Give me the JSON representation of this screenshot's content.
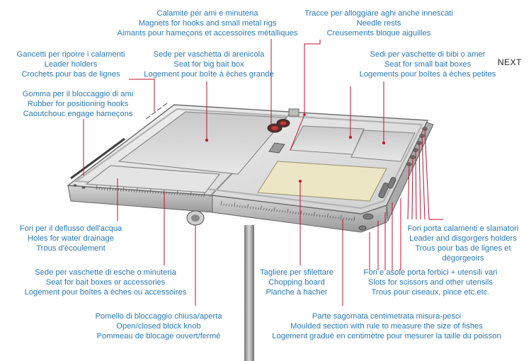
{
  "nav": {
    "next_label": "NEXT"
  },
  "callouts": {
    "hook_magnets": [
      "Calamite per ami e minuteria",
      "Magnets for hooks and small metal rigs",
      "Aimants pour hameçons et accessoires métalliques"
    ],
    "needle_rests": [
      "Tracce per alloggiare aghi anche innescati",
      "Needle rests",
      "Creusements bloque aiguilles"
    ],
    "leader_holders": [
      "Gancetti per riporre i calamenti",
      "Leader holders",
      "Crochets pour bas de lignes"
    ],
    "big_bait_box": [
      "Sede per vaschetta di arenicola",
      "Seat for big bait box",
      "Logement pour boîte à èches grande"
    ],
    "small_bait_boxes": [
      "Sedi per vaschette di bibi o amer",
      "Seat for small bait boxes",
      "Logements pour boîtes à èches petites"
    ],
    "rubber_hooks": [
      "Gomma per il bloccaggio di ami",
      "Rubber for positioning hooks",
      "Caoutchouc engage hameçons"
    ],
    "drainage": [
      "Fori per il deflusso dell'acqua",
      "Holes for water drainage",
      "Trous d'écoulement"
    ],
    "disgorger_holders": [
      "Fori porta calamenti e slamatori",
      "Leader and disgorgers holders",
      "Trous pour bas de lignes et",
      "dégorgeoirs"
    ],
    "bait_accessories": [
      "Sede per vaschette di esche o minuteria",
      "Seat for bait boxes or accessories",
      "Logement pour boîtes à èches ou accessoires"
    ],
    "chopping_board": [
      "Tagliere per sfilettare",
      "Chopping board",
      "Planche à hacher"
    ],
    "scissor_slots": [
      "Fori e asole porta forbici + utensili vari",
      "Slots for scissors and other utensils",
      "Trous pour ciseaux, pince etc.etc."
    ],
    "block_knob": [
      "Pomello di bloccaggio chiusa/aperta",
      "Open/closed block knob",
      "Pommeau de blocage ouvert/fermé"
    ],
    "ruler": [
      "Parte sagomata centimetrata misura-pesci",
      "Moulded section with rule to measure the size of fishes",
      "Logement gradué en centimètre pour mesurer la taille du poisson"
    ]
  },
  "colors": {
    "label_text": "#2a79b8",
    "leader_line": "#c0122e",
    "tray_light": "#dedede",
    "tray_dark": "#8a8a8a",
    "board": "#ece6c4"
  }
}
